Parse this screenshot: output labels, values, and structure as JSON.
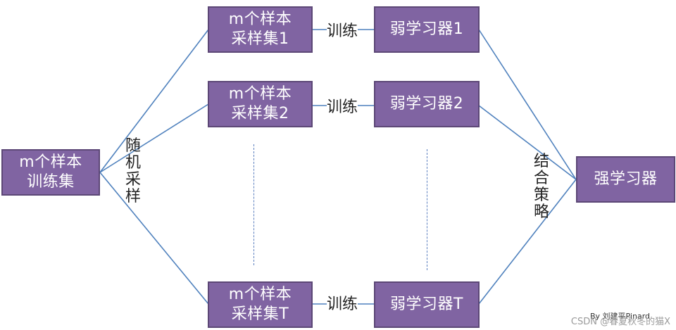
{
  "diagram": {
    "training_set": [
      "m个样本",
      "训练集"
    ],
    "sample_sets": [
      [
        "m个样本",
        "采样集1"
      ],
      [
        "m个样本",
        "采样集2"
      ],
      [
        "m个样本",
        "采样集T"
      ]
    ],
    "train_label": "训练",
    "weak_learners": [
      "弱学习器1",
      "弱学习器2",
      "弱学习器T"
    ],
    "strong_learner": "强学习器",
    "random_sampling": [
      "随",
      "机",
      "采",
      "样"
    ],
    "combine_strategy": [
      "结",
      "合",
      "策",
      "略"
    ]
  },
  "colors": {
    "box_fill": "#8064a2",
    "box_border": "#5c4776",
    "connector": "#4f81bd"
  },
  "footer": {
    "author": "By 刘建平Pinard",
    "watermark": "CSDN @春夏秋冬的猫X"
  }
}
